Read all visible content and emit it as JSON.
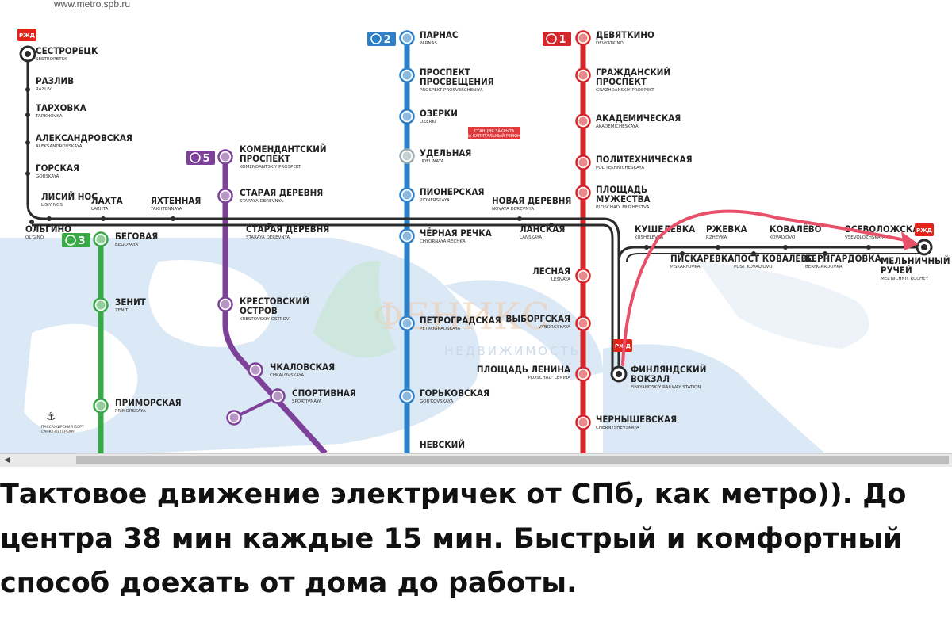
{
  "header": {
    "url": "www.metro.spb.ru"
  },
  "lines": [
    {
      "id": "line-1",
      "label": "1",
      "color": "#d6262c"
    },
    {
      "id": "line-2",
      "label": "2",
      "color": "#2e7fc6"
    },
    {
      "id": "line-3",
      "label": "3",
      "color": "#39a847"
    },
    {
      "id": "line-5",
      "label": "5",
      "color": "#7e4199"
    }
  ],
  "stations": {
    "line2": [
      {
        "name": "ПАРНАС",
        "lat": "PARNAS"
      },
      {
        "name": "ПРОСПЕКТ\nПРОСВЕЩЕНИЯ",
        "lat": "PROSPEKT PROSVESCHENIYA"
      },
      {
        "name": "ОЗЕРКИ",
        "lat": "OZERKI"
      },
      {
        "name": "УДЕЛЬНАЯ",
        "lat": "UDEL'NAYA"
      },
      {
        "name": "ПИОНЕРСКАЯ",
        "lat": "PIONERSKAYA"
      },
      {
        "name": "ЧЁРНАЯ РЕЧКА",
        "lat": "CHYORNAYA RECHKA"
      },
      {
        "name": "ПЕТРОГРАДСКАЯ",
        "lat": "PETROGRADSKAYA"
      },
      {
        "name": "ГОРЬКОВСКАЯ",
        "lat": "GOR'KOVSKAYA"
      },
      {
        "name": "НЕВСКИЙ",
        "lat": ""
      }
    ],
    "line1": [
      {
        "name": "ДЕВЯТКИНО",
        "lat": "DEVYATKINO"
      },
      {
        "name": "ГРАЖДАНСКИЙ\nПРОСПЕКТ",
        "lat": "GRAZHDANSKIY PROSPEKT"
      },
      {
        "name": "АКАДЕМИЧЕСКАЯ",
        "lat": "AKADEMICHESKAYA"
      },
      {
        "name": "ПОЛИТЕХНИЧЕСКАЯ",
        "lat": "POLITEKHNICHESKAYA"
      },
      {
        "name": "ПЛОЩАДЬ\nМУЖЕСТВА",
        "lat": "PLOSCHAD' MUZHESTVA"
      },
      {
        "name": "ЛЕСНАЯ",
        "lat": "LESNAYA"
      },
      {
        "name": "ВЫБОРГСКАЯ",
        "lat": "VYBORGSKAYA"
      },
      {
        "name": "ПЛОЩАДЬ ЛЕНИНА",
        "lat": "PLOSCHAD' LENINA"
      },
      {
        "name": "ЧЕРНЫШЕВСКАЯ",
        "lat": "CHERNYSHEVSKAYA"
      }
    ],
    "line5": [
      {
        "name": "КОМЕНДАНТСКИЙ\nПРОСПЕКТ",
        "lat": "KOMENDANTSKIY PROSPEKT"
      },
      {
        "name": "СТАРАЯ ДЕРЕВНЯ",
        "lat": "STARAYA DEREVNYA"
      },
      {
        "name": "КРЕСТОВСКИЙ\nОСТРОВ",
        "lat": "KRESTOVSKIY OSTROV"
      },
      {
        "name": "ЧКАЛОВСКАЯ",
        "lat": "CHKALOVSKAYA"
      },
      {
        "name": "СПОРТИВНАЯ",
        "lat": "SPORTIVNAYA"
      }
    ],
    "line3": [
      {
        "name": "БЕГОВАЯ",
        "lat": "BEGOVAYA"
      },
      {
        "name": "ЗЕНИТ",
        "lat": "ZENIT"
      },
      {
        "name": "ПРИМОРСКАЯ",
        "lat": "PRIMORSKAYA"
      }
    ],
    "rail_west": [
      {
        "name": "СЕСТРОРЕЦК",
        "lat": "SESTRORETSK"
      },
      {
        "name": "РАЗЛИВ",
        "lat": "RAZLIV"
      },
      {
        "name": "ТАРХОВКА",
        "lat": "TARKHOVKA"
      },
      {
        "name": "АЛЕКСАНДРОВСКАЯ",
        "lat": "ALEKSANDROVSKAYA"
      },
      {
        "name": "ГОРСКАЯ",
        "lat": "GORSKAYA"
      },
      {
        "name": "ЛИСИЙ НОС",
        "lat": "LISIY NOS"
      },
      {
        "name": "ОЛЬГИНО",
        "lat": "OL'GINO"
      },
      {
        "name": "ЛАХТА",
        "lat": "LAKHTA"
      },
      {
        "name": "ЯХТЕННАЯ",
        "lat": "YAKHTENNAYA"
      },
      {
        "name": "СТАРАЯ ДЕРЕВНЯ",
        "lat": "STARAYA DEREVNYA"
      },
      {
        "name": "НОВАЯ ДЕРЕВНЯ",
        "lat": "NOVAYA DEREVNYA"
      },
      {
        "name": "ЛАНСКАЯ",
        "lat": "LANSKAYA"
      }
    ],
    "rail_east": [
      {
        "name": "КУШЕЛЕВКА",
        "lat": "KUSHELEVKA"
      },
      {
        "name": "РЖЕВКА",
        "lat": "RZHEVKA"
      },
      {
        "name": "КОВАЛЁВО",
        "lat": "KOVALYOVO"
      },
      {
        "name": "ВСЕВОЛОЖСКАЯ",
        "lat": "VSEVOLOZHSKAYA"
      },
      {
        "name": "ПИСКАРЁВКА",
        "lat": "PISKARYOVKA"
      },
      {
        "name": "ПОСТ КОВАЛЁВО",
        "lat": "POST KOVALYOVO"
      },
      {
        "name": "БЕРНГАРДОВКА",
        "lat": "BERNGARDOVKA"
      },
      {
        "name": "МЕЛЬНИЧНЫЙ\nРУЧЕЙ",
        "lat": "MEL'NICHNIY RUCHEY"
      },
      {
        "name": "ФИНЛЯНДСКИЙ\nВОКЗАЛ",
        "lat": "FINLYANDSKIY RAILWAY STATION"
      }
    ]
  },
  "notices": {
    "udelnaya": "СТАНЦИЯ ЗАКРЫТА\nНА КАПИТАЛЬНЫЙ РЕМОНТ",
    "port": "ПАССАЖИРСКИЙ ПОРТ\nСАНКТ-ПЕТЕРБУРГ",
    "rzd": "РЖД"
  },
  "watermark": {
    "brand": "ФЕНИКС",
    "sub": "НЕДВИЖИМОСТЬ"
  },
  "caption": {
    "text": "Тактовое движение электричек от СПб, как метро)). До центра 38 мин каждые 15 мин. Быстрый и комфортный способ доехать от дома до работы."
  },
  "colors": {
    "rail": "#2b2b2b",
    "arrow": "#e8506a",
    "water": "#dbe8f5"
  }
}
